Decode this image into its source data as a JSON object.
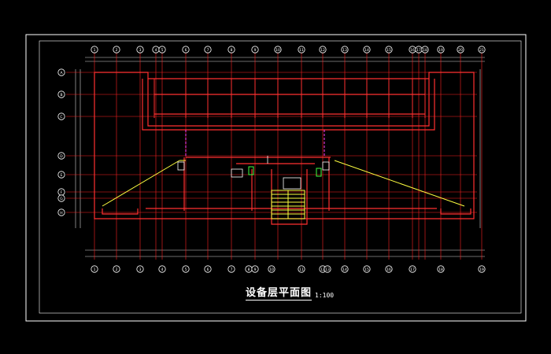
{
  "drawing": {
    "title": "设备层平面图",
    "scale": "1:100"
  },
  "colors": {
    "background": "#000000",
    "frame": "#ffffff",
    "axis": "#ff2020",
    "wall": "#ff3030",
    "dimension": "#e0e0e0",
    "bubble": "#ffffff",
    "diagonal": "#ffff40",
    "stair": "#ffff40",
    "feature": "#ff40ff",
    "label": "#ffffff"
  },
  "grid_columns_top": [
    "1",
    "2",
    "3",
    "4",
    "5",
    "6",
    "7",
    "8",
    "9",
    "10",
    "11",
    "12",
    "13",
    "14",
    "15",
    "16",
    "17",
    "18",
    "19",
    "20",
    "21"
  ],
  "grid_columns_bottom": [
    "1",
    "2",
    "3",
    "4",
    "5",
    "6",
    "7",
    "8",
    "9",
    "10",
    "11",
    "12",
    "13",
    "14",
    "15",
    "16",
    "17",
    "18",
    "19"
  ],
  "grid_rows": [
    "A",
    "B",
    "C",
    "D",
    "E",
    "F",
    "G",
    "H"
  ]
}
